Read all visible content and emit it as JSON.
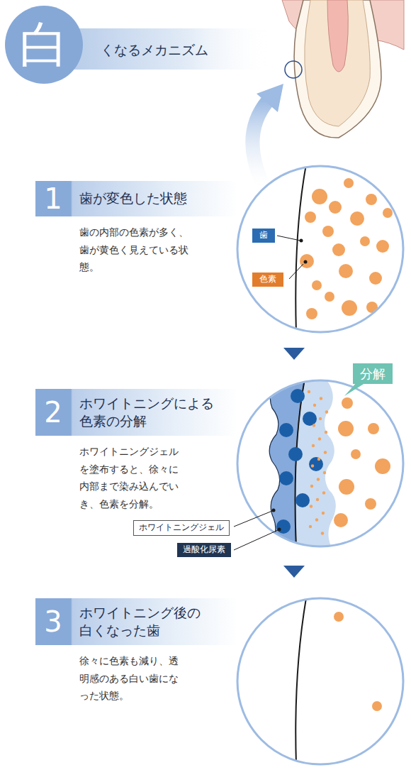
{
  "diagram": {
    "title": "くなるメカニズム",
    "nodes": [
      {
        "text": [
          "白"
        ]
      },
      {
        "text": [
          "1",
          "歯が変色した状態",
          "歯の内部の色素が多く、歯が黄色く見えている状態。"
        ]
      },
      {
        "text": [
          "歯"
        ]
      },
      {
        "text": [
          "色素"
        ]
      },
      {
        "text": [
          "2",
          "ホワイトニングによる色素の分解",
          "ホワイトニングジェルを塗布すると、徐々に内部まで染み込んでいき、色素を分解。"
        ]
      },
      {
        "text": [
          "分解"
        ]
      },
      {
        "text": [
          "ホワイトニングジェル"
        ]
      },
      {
        "text": [
          "過酸化尿素"
        ]
      },
      {
        "text": [
          "3",
          "ホワイトニング後の白くなった歯",
          "徐々に色素も減り、透明感のある白い歯になった状態。"
        ]
      }
    ]
  }
}
